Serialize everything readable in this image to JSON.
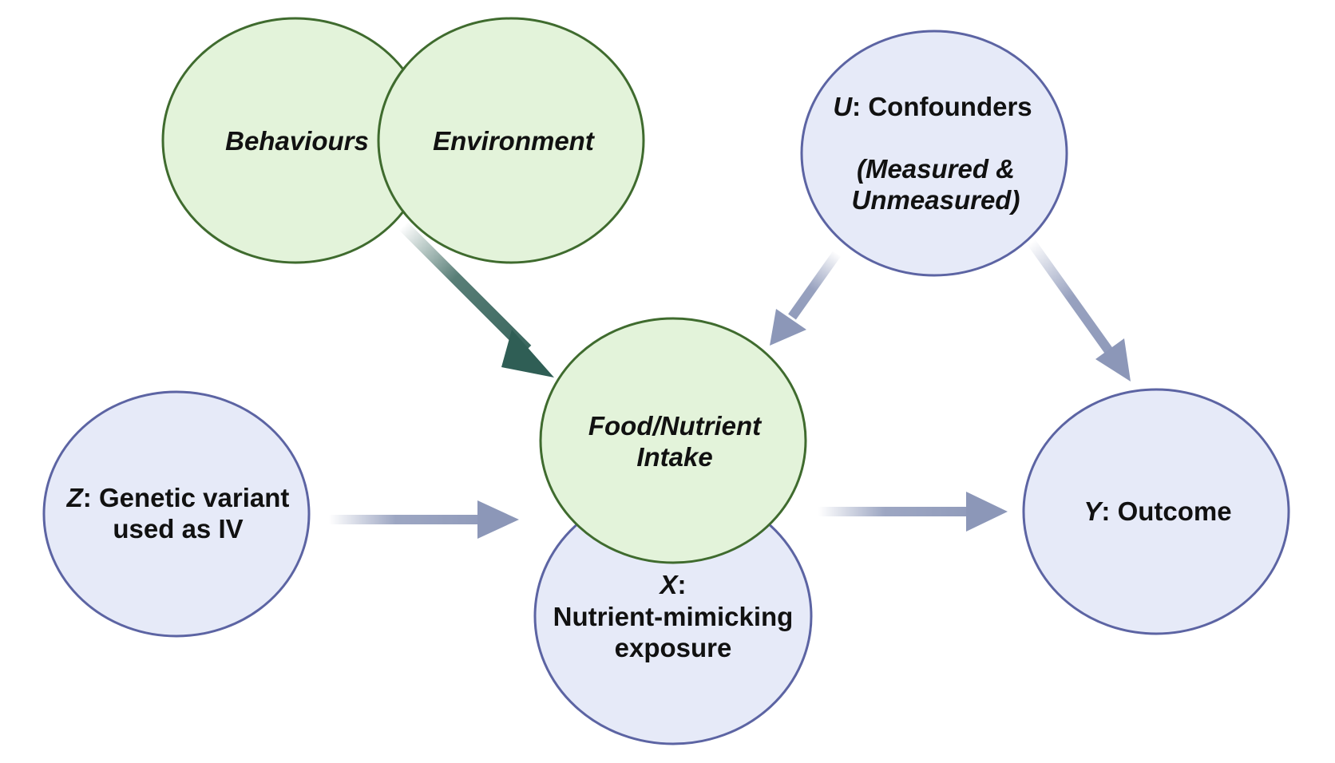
{
  "nodes": {
    "behaviours": {
      "label": "Behaviours"
    },
    "environment": {
      "label": "Environment"
    },
    "confounders": {
      "var": "U",
      "label": ": Confounders",
      "sub1": "(Measured &",
      "sub2": "Unmeasured)"
    },
    "food": {
      "line1": "Food/Nutrient",
      "line2": "Intake"
    },
    "exposure": {
      "var": "X",
      "var_suffix": ":",
      "line2": "Nutrient-mimicking",
      "line3": "exposure"
    },
    "genetic": {
      "var": "Z",
      "line1_suffix": ": Genetic variant",
      "line2": "used as IV"
    },
    "outcome": {
      "var": "Y",
      "label": ": Outcome"
    }
  },
  "colors": {
    "green_fill": "#e3f3da",
    "green_stroke": "#3f6b2e",
    "blue_fill": "#e6eaf8",
    "blue_stroke": "#5c64a3",
    "dark_arrow": "#2f5e55",
    "light_arrow": "#8c97b8"
  }
}
